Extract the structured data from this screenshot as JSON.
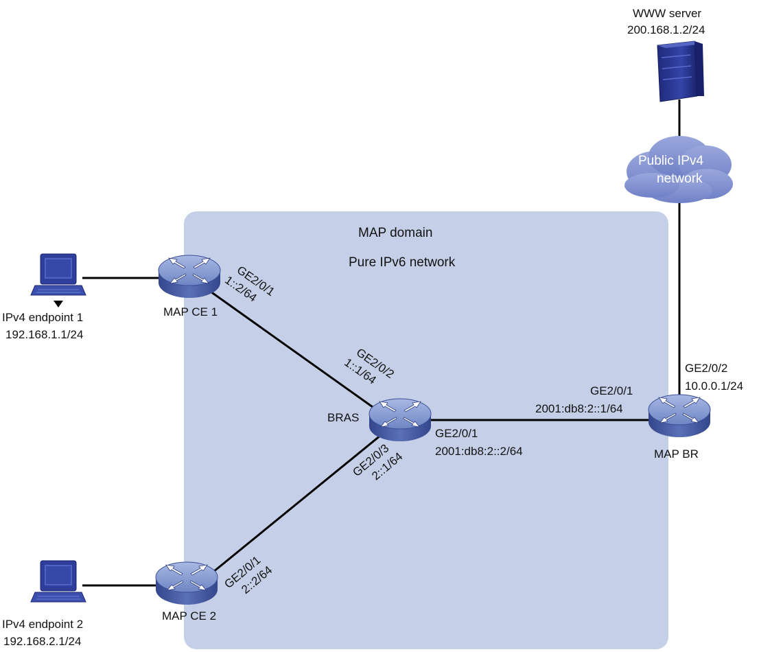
{
  "domain_area": {
    "title": "MAP domain",
    "subtitle": "Pure IPv6 network",
    "fill_color": "#c5d0e8"
  },
  "colors": {
    "router_body": "#4a60a8",
    "router_top": "#8fa3d6",
    "cloud": "#8090cf",
    "server": "#2a3590",
    "pc": "#2e3e9a"
  },
  "nodes": {
    "www_server": {
      "icon": "server-icon",
      "name": "WWW server",
      "ip": "200.168.1.2/24"
    },
    "public_cloud": {
      "icon": "cloud-icon",
      "line1": "Public IPv4",
      "line2": "network"
    },
    "map_ce1": {
      "icon": "router-icon",
      "name": "MAP CE 1"
    },
    "map_ce2": {
      "icon": "router-icon",
      "name": "MAP CE 2"
    },
    "bras": {
      "icon": "router-icon",
      "name": "BRAS"
    },
    "map_br": {
      "icon": "router-icon",
      "name": "MAP BR"
    },
    "endpoint1": {
      "icon": "pc-icon",
      "name": "IPv4 endpoint 1",
      "ip": "192.168.1.1/24"
    },
    "endpoint2": {
      "icon": "pc-icon",
      "name": "IPv4 endpoint 2",
      "ip": "192.168.2.1/24"
    }
  },
  "interfaces": {
    "ce1_ge201": {
      "port": "GE2/0/1",
      "ip": "1::2/64"
    },
    "bras_ge202": {
      "port": "GE2/0/2",
      "ip": "1::1/64"
    },
    "bras_ge203": {
      "port": "GE2/0/3",
      "ip": "2::1/64"
    },
    "ce2_ge201": {
      "port": "GE2/0/1",
      "ip": "2::2/64"
    },
    "bras_ge201": {
      "port": "GE2/0/1",
      "ip": "2001:db8:2::2/64"
    },
    "br_ge201": {
      "port": "GE2/0/1",
      "ip": "2001:db8:2::1/64"
    },
    "br_ge202": {
      "port": "GE2/0/2",
      "ip": "10.0.0.1/24"
    }
  }
}
